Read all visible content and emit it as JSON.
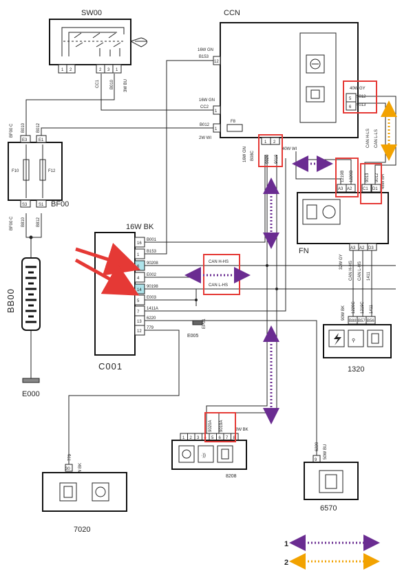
{
  "components": {
    "sw00": {
      "name": "SW00",
      "pins": [
        "1",
        "2",
        "2",
        "3",
        "1"
      ],
      "wires": [
        "CC1",
        "B010",
        "3W BU"
      ]
    },
    "ccn": {
      "name": "CCN",
      "fuse": "F8",
      "rows": [
        {
          "gauge": "16W GN",
          "code": "B153",
          "pin": "12"
        },
        {
          "gauge": "16W GN",
          "code": "CC2",
          "pin": "1"
        },
        {
          "gauge": "2W WI",
          "code": "B012",
          "pin": "1"
        }
      ],
      "can_box": {
        "gauge": "40W GY",
        "codes": [
          "9012",
          "9013"
        ],
        "pins": [
          "5",
          "6"
        ]
      },
      "can_labels": [
        "CAN H-LS",
        "CAN L-LS"
      ],
      "bottom_pins": [
        "1",
        "2"
      ],
      "bottom_codes": [
        "9020",
        "9019"
      ],
      "side_labels": [
        "16W GN",
        "B08C",
        "40W WI"
      ]
    },
    "bf00": {
      "name": "BF00",
      "fuses": [
        "F10",
        "F12"
      ],
      "top_pins": [
        "E3",
        "E1"
      ],
      "bottom_pins": [
        "S3",
        "S1"
      ],
      "top_labels": [
        "BF00 C",
        "B010",
        "B012"
      ],
      "bottom_labels": [
        "BF00 C",
        "B810",
        "B812"
      ]
    },
    "bb00": {
      "name": "BB00"
    },
    "e000": {
      "name": "E000"
    },
    "c001": {
      "name": "C001",
      "header": "16W BK",
      "pins": [
        {
          "pin": "16",
          "code": "B001"
        },
        {
          "pin": "1",
          "code": "B153"
        },
        {
          "pin": "6",
          "code": "90208"
        },
        {
          "pin": "4",
          "code": "E002"
        },
        {
          "pin": "14",
          "code": "90198"
        },
        {
          "pin": "5",
          "code": "E003"
        },
        {
          "pin": "7",
          "code": "1411A"
        },
        {
          "pin": "13",
          "code": "6220"
        },
        {
          "pin": "12",
          "code": "779"
        }
      ]
    },
    "can_labels": [
      "CAN H-HS",
      "CAN L-HS"
    ],
    "e005": {
      "name": "E005",
      "tag": "EP01"
    },
    "fn": {
      "name": "FN",
      "connector": "48W BR",
      "top_codes": [
        "1219B",
        "1220B",
        "9013",
        "9012"
      ],
      "top_pins": [
        "A3",
        "A2",
        "C1",
        "D1"
      ],
      "bottom_pins": [
        "A3",
        "A2",
        "D3"
      ],
      "gauge": "32W GY",
      "bottom_labels": [
        "CAN H-HS",
        "CAN L-HS",
        "1411"
      ],
      "bottom_codes": [
        "1220C",
        "1219C",
        "1411"
      ]
    },
    "n1320": {
      "name": "1320",
      "gauge": "90W BK",
      "pins": [
        "B88",
        "B57",
        "B56"
      ],
      "codes": [
        "1220C",
        "1219C",
        "1411"
      ]
    },
    "n8208": {
      "name": "8208",
      "gauge": "8W BK",
      "pins": [
        "1",
        "2",
        "3",
        "4",
        "5",
        "6",
        "7",
        "8"
      ],
      "codes": [
        "9020A",
        "9019A"
      ]
    },
    "n6570": {
      "name": "6570",
      "pin": "9",
      "gauge": "50W BU",
      "code": "6220"
    },
    "n7020": {
      "name": "7020",
      "pin": "30",
      "gauge": "38W BK",
      "code": "779"
    }
  },
  "legend": [
    {
      "label": "1",
      "color": "#6a2c91"
    },
    {
      "label": "2",
      "color": "#f2a200"
    }
  ],
  "colors": {
    "highlight": "#e53935",
    "arrow_red": "#e53935",
    "pin_highlight": "#aee3ea"
  }
}
